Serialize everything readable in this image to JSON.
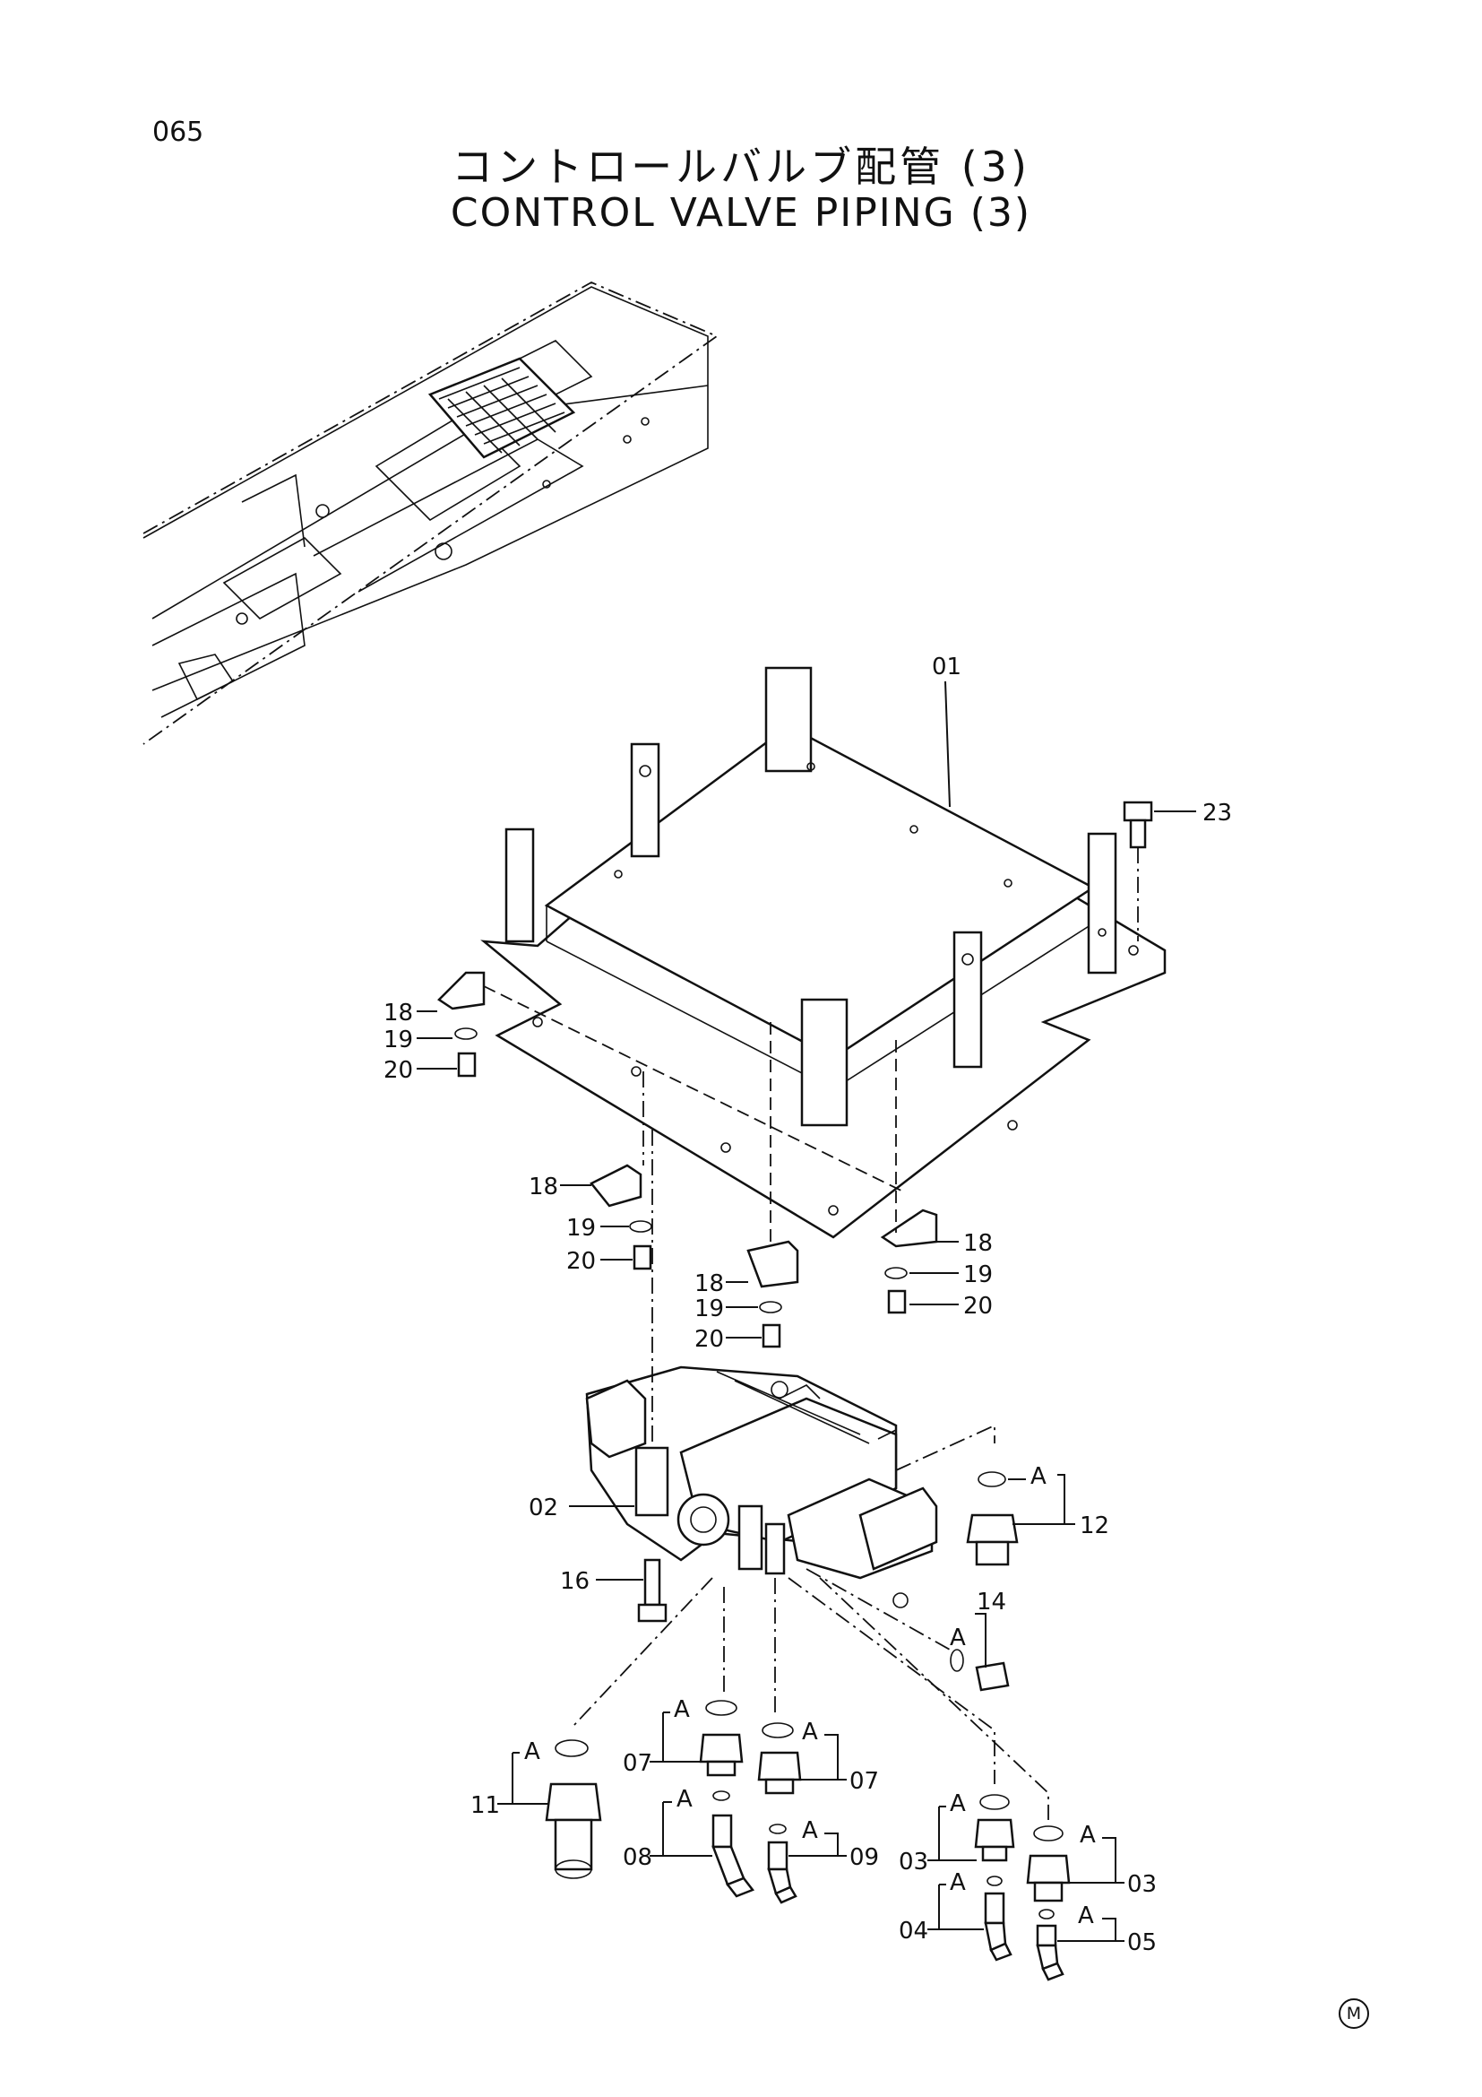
{
  "page": {
    "number": "065",
    "mark": "M"
  },
  "title": {
    "jp": "コントロールバルブ配管 (3)",
    "en": "CONTROL VALVE PIPING (3)"
  },
  "callouts": {
    "c01": "01",
    "c23": "23",
    "c18a": "18",
    "c19a": "19",
    "c20a": "20",
    "c18b": "18",
    "c19b": "19",
    "c20b": "20",
    "c18c": "18",
    "c19c": "19",
    "c20c": "20",
    "c18d": "18",
    "c19d": "19",
    "c20d": "20",
    "c02": "02",
    "c16": "16",
    "c12": "12",
    "c14": "14",
    "c11": "11",
    "c07a": "07",
    "c07b": "07",
    "c08": "08",
    "c09": "09",
    "c03a": "03",
    "c03b": "03",
    "c04": "04",
    "c05": "05"
  },
  "oring_label": "A"
}
